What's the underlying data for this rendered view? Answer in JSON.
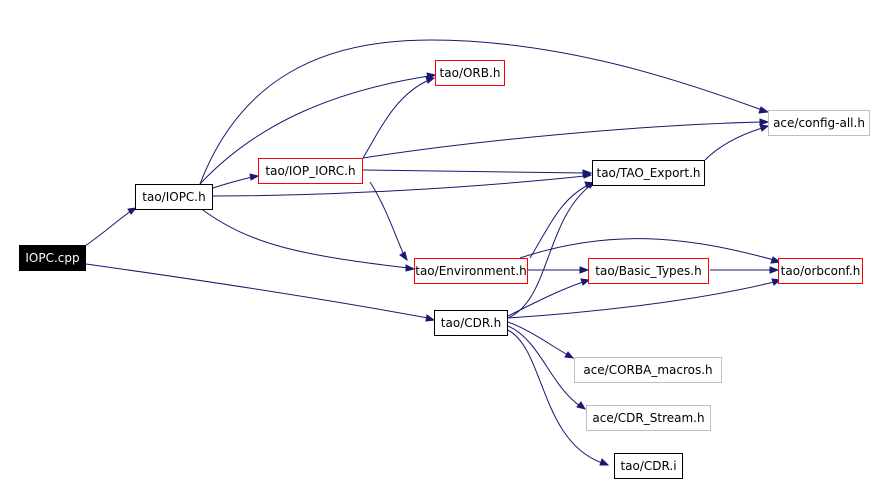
{
  "colors": {
    "edge": "#191970",
    "border_black": "#000000",
    "border_red": "#ff0000",
    "border_grey": "#bfbfbf",
    "root_fill": "#000000"
  },
  "nodes": {
    "iopc_cpp": "IOPC.cpp",
    "tao_iopc_h": "tao/IOPC.h",
    "tao_orb_h": "tao/ORB.h",
    "tao_iop_iorc_h": "tao/IOP_IORC.h",
    "ace_config_all_h": "ace/config-all.h",
    "tao_tao_export_h": "tao/TAO_Export.h",
    "tao_environment_h": "tao/Environment.h",
    "tao_basic_types_h": "tao/Basic_Types.h",
    "tao_orbconf_h": "tao/orbconf.h",
    "tao_cdr_h": "tao/CDR.h",
    "ace_corba_macros_h": "ace/CORBA_macros.h",
    "ace_cdr_stream_h": "ace/CDR_Stream.h",
    "tao_cdr_i": "tao/CDR.i"
  },
  "edges": [
    [
      "iopc_cpp",
      "tao_iopc_h"
    ],
    [
      "iopc_cpp",
      "tao_cdr_h"
    ],
    [
      "tao_iopc_h",
      "tao_orb_h"
    ],
    [
      "tao_iopc_h",
      "ace_config_all_h"
    ],
    [
      "tao_iopc_h",
      "tao_iop_iorc_h"
    ],
    [
      "tao_iopc_h",
      "tao_tao_export_h"
    ],
    [
      "tao_iopc_h",
      "tao_environment_h"
    ],
    [
      "tao_iop_iorc_h",
      "tao_orb_h"
    ],
    [
      "tao_iop_iorc_h",
      "ace_config_all_h"
    ],
    [
      "tao_iop_iorc_h",
      "tao_tao_export_h"
    ],
    [
      "tao_iop_iorc_h",
      "tao_environment_h"
    ],
    [
      "tao_tao_export_h",
      "ace_config_all_h"
    ],
    [
      "tao_environment_h",
      "tao_tao_export_h"
    ],
    [
      "tao_environment_h",
      "tao_basic_types_h"
    ],
    [
      "tao_environment_h",
      "tao_orbconf_h"
    ],
    [
      "tao_basic_types_h",
      "tao_orbconf_h"
    ],
    [
      "tao_cdr_h",
      "tao_tao_export_h"
    ],
    [
      "tao_cdr_h",
      "tao_basic_types_h"
    ],
    [
      "tao_cdr_h",
      "tao_orbconf_h"
    ],
    [
      "tao_cdr_h",
      "ace_corba_macros_h"
    ],
    [
      "tao_cdr_h",
      "ace_cdr_stream_h"
    ],
    [
      "tao_cdr_h",
      "tao_cdr_i"
    ]
  ]
}
